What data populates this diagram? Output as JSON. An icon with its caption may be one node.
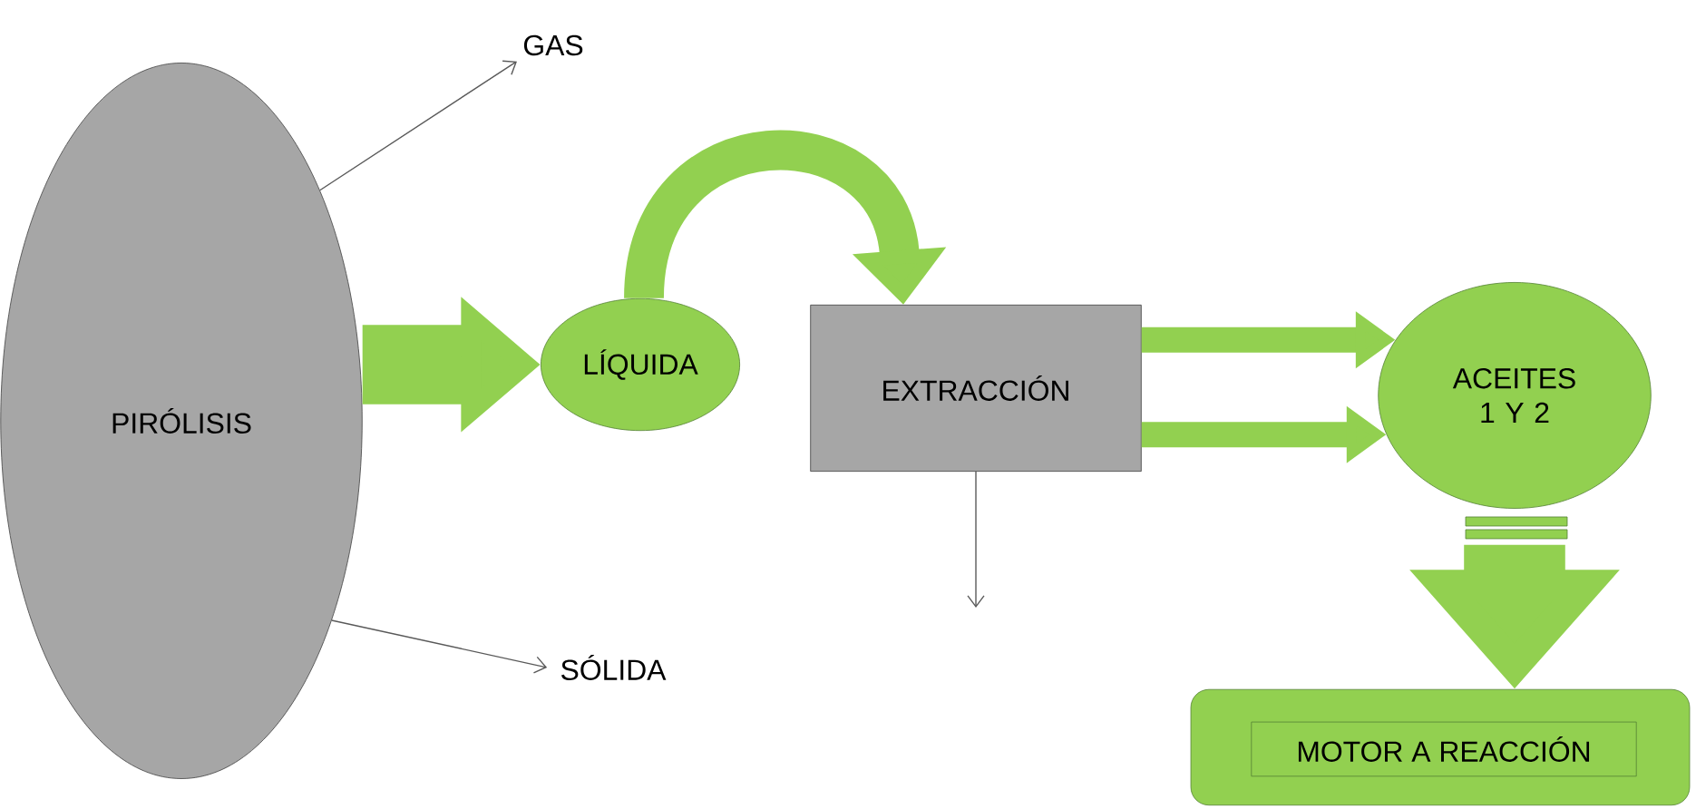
{
  "diagram": {
    "nodes": [
      {
        "text": [
          "PIRÓLISIS"
        ]
      },
      {
        "text": [
          "GAS"
        ]
      },
      {
        "text": [
          "SÓLIDA"
        ]
      },
      {
        "text": [
          "LÍQUIDA"
        ]
      },
      {
        "text": [
          "EXTRACCIÓN"
        ]
      },
      {
        "text": [
          "ACEITES 1 Y 2"
        ]
      },
      {
        "text": [],
        "shape": "box"
      },
      {
        "text": [
          "MOTOR A REACCIÓN"
        ],
        "in": 6
      }
    ],
    "edges": [
      {
        "from": 0,
        "to": 1,
        "arrow": "to",
        "color": "#595959"
      },
      {
        "from": 0,
        "to": 2,
        "arrow": "to",
        "color": "#595959"
      },
      {
        "from": 0,
        "to": 3,
        "arrow": "to",
        "style": "thick"
      },
      {
        "from": 3,
        "to": 4,
        "arrow": "to"
      },
      {
        "from": 4,
        "to": 5,
        "arrow": "to"
      },
      {
        "from": 4,
        "to": 5,
        "arrow": "to"
      },
      {
        "from": 4,
        "to": null,
        "arrow": "to",
        "color": "#595959"
      },
      {
        "from": 5,
        "to": 6,
        "arrow": "to",
        "style": "thick"
      }
    ]
  }
}
